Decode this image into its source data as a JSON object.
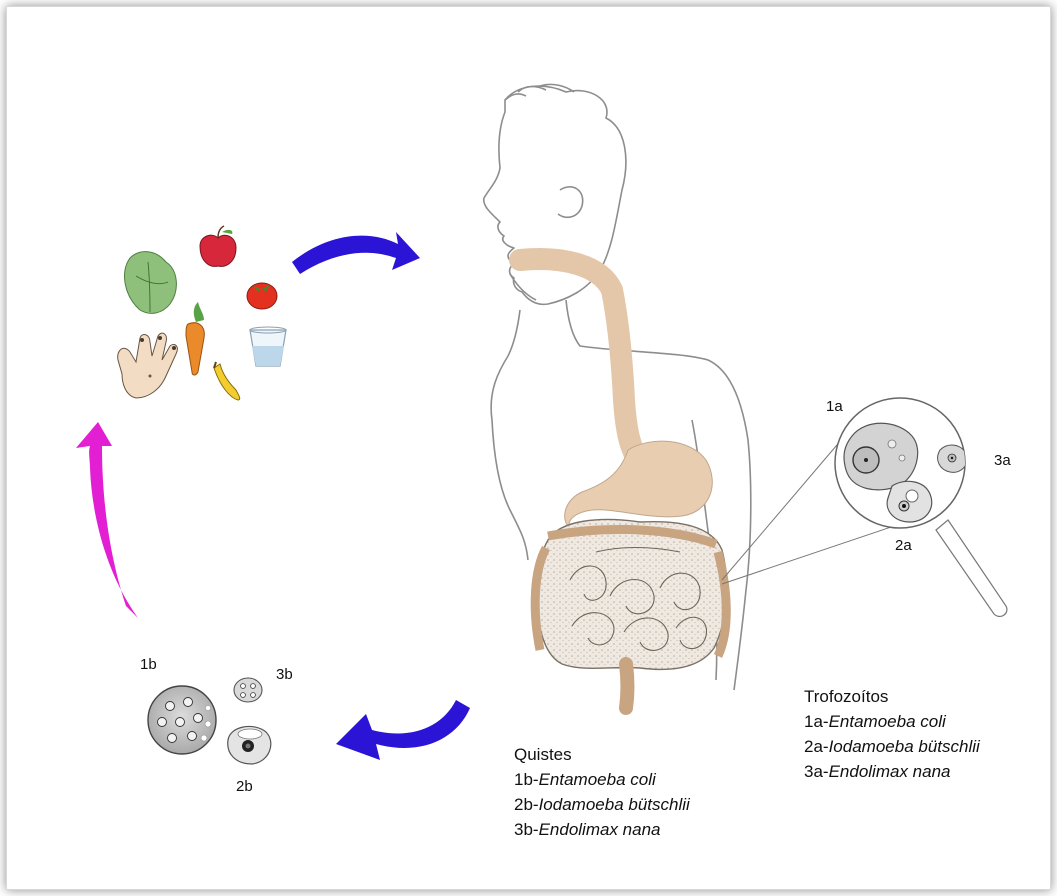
{
  "labels": {
    "l1a": "1a",
    "l2a": "2a",
    "l3a": "3a",
    "l1b": "1b",
    "l2b": "2b",
    "l3b": "3b"
  },
  "legend_trofozoitos": {
    "title": "Trofozoítos",
    "items": [
      {
        "code": "1a-",
        "species": "Entamoeba coli"
      },
      {
        "code": "2a-",
        "species": "Iodamoeba bütschlii"
      },
      {
        "code": "3a-",
        "species": "Endolimax nana"
      }
    ]
  },
  "legend_quistes": {
    "title": "Quistes",
    "items": [
      {
        "code": "1b-",
        "species": "Entamoeba coli"
      },
      {
        "code": "2b-",
        "species": "Iodamoeba bütschlii"
      },
      {
        "code": "3b-",
        "species": "Endolimax nana"
      }
    ]
  },
  "colors": {
    "arrow_blue": "#2b14d6",
    "arrow_magenta": "#e21fd3",
    "digestive_tract": "#e9cdb0",
    "outline": "#8a8a8a"
  },
  "icons": [
    "lettuce-icon",
    "apple-icon",
    "tomato-icon",
    "carrot-icon",
    "glass-of-water-icon",
    "banana-icon",
    "dirty-hand-icon",
    "magnifying-glass-icon"
  ]
}
